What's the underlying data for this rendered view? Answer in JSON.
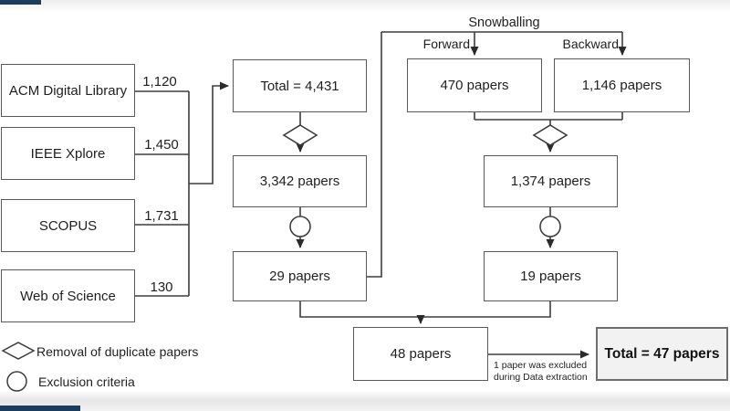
{
  "flowchart": {
    "sources": [
      {
        "label": "ACM Digital Library",
        "count": "1,120"
      },
      {
        "label": "IEEE Xplore",
        "count": "1,450"
      },
      {
        "label": "SCOPUS",
        "count": "1,731"
      },
      {
        "label": "Web of Science",
        "count": "130"
      }
    ],
    "selection": {
      "total_box": "Total = 4,431",
      "after_duplicates": "3,342 papers",
      "after_exclusion": "29 papers"
    },
    "snowballing": {
      "title": "Snowballing",
      "forward_label": "Forward",
      "backward_label": "Backward",
      "forward_box": "470 papers",
      "backward_box": "1,146 papers",
      "after_duplicates": "1,374 papers",
      "after_exclusion": "19 papers"
    },
    "final": {
      "combined": "48 papers",
      "exclusion_note_line1": "1 paper was excluded",
      "exclusion_note_line2": "during Data extraction",
      "total": "Total = 47 papers"
    },
    "legend": {
      "diamond": "Removal of duplicate papers",
      "circle": "Exclusion criteria"
    },
    "colors": {
      "box_border": "#595959",
      "line": "#3d3d3d",
      "text": "#1f1f1f",
      "final_box_fill": "#f2f2f2",
      "accent_bar": "#1c3c5e"
    }
  }
}
